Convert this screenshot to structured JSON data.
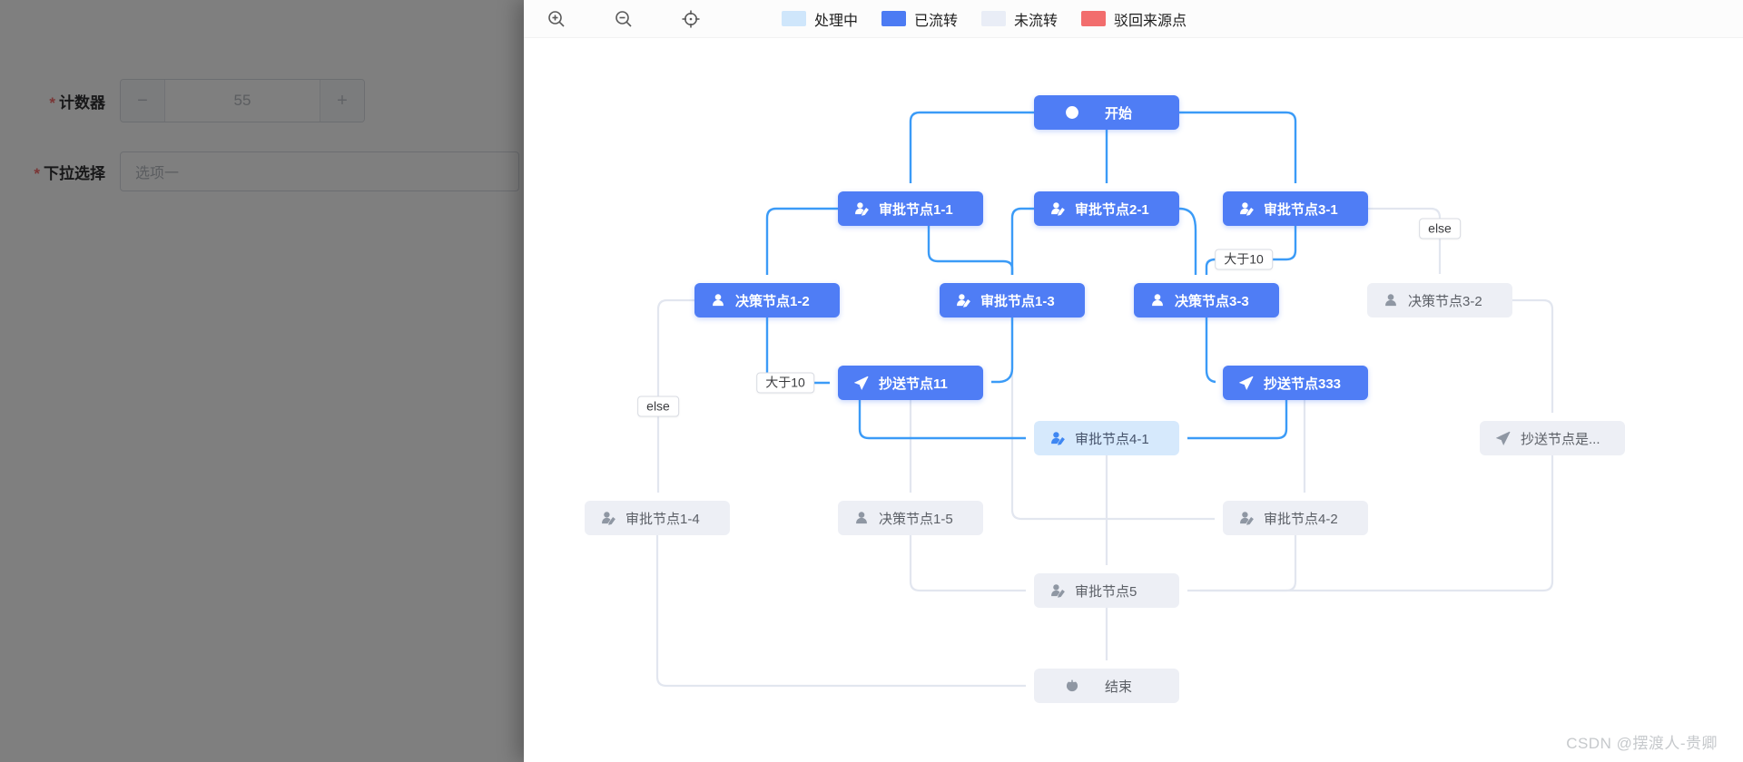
{
  "form": {
    "required_mark": "*",
    "counter": {
      "label": "计数器",
      "value": "55",
      "minus_label": "−",
      "plus_label": "+"
    },
    "select": {
      "label": "下拉选择",
      "placeholder": "选项一"
    }
  },
  "legend": {
    "items": [
      {
        "label": "处理中",
        "color": "#cfe6fb",
        "status": "processing"
      },
      {
        "label": "已流转",
        "color": "#4c7bf3",
        "status": "flowed"
      },
      {
        "label": "未流转",
        "color": "#e9edf6",
        "status": "pending"
      },
      {
        "label": "驳回来源点",
        "color": "#f26d6d",
        "status": "rejected-source"
      }
    ]
  },
  "toolbar": {
    "icons": [
      "zoom-in",
      "zoom-out",
      "locate"
    ]
  },
  "flow": {
    "nodes": [
      {
        "label": "开始",
        "type": "start",
        "status": "flowed"
      },
      {
        "label": "审批节点1-1",
        "type": "approval",
        "status": "flowed"
      },
      {
        "label": "审批节点2-1",
        "type": "approval",
        "status": "flowed"
      },
      {
        "label": "审批节点3-1",
        "type": "approval",
        "status": "flowed"
      },
      {
        "label": "决策节点1-2",
        "type": "decision",
        "status": "flowed"
      },
      {
        "label": "审批节点1-3",
        "type": "approval",
        "status": "flowed"
      },
      {
        "label": "决策节点3-3",
        "type": "decision",
        "status": "flowed"
      },
      {
        "label": "决策节点3-2",
        "type": "decision",
        "status": "pending"
      },
      {
        "label": "抄送节点11",
        "type": "cc",
        "status": "flowed"
      },
      {
        "label": "抄送节点333",
        "type": "cc",
        "status": "flowed"
      },
      {
        "label": "审批节点4-1",
        "type": "approval",
        "status": "processing"
      },
      {
        "label": "抄送节点是...",
        "type": "cc",
        "status": "pending"
      },
      {
        "label": "审批节点1-4",
        "type": "approval",
        "status": "pending"
      },
      {
        "label": "决策节点1-5",
        "type": "decision",
        "status": "pending"
      },
      {
        "label": "审批节点4-2",
        "type": "approval",
        "status": "pending"
      },
      {
        "label": "审批节点5",
        "type": "approval",
        "status": "pending"
      },
      {
        "label": "结束",
        "type": "end",
        "status": "pending"
      }
    ],
    "edge_labels": [
      {
        "text": "大于10"
      },
      {
        "text": "else"
      },
      {
        "text": "大于10"
      },
      {
        "text": "else"
      }
    ]
  },
  "watermark": {
    "text": "CSDN @摆渡人-贵卿"
  }
}
